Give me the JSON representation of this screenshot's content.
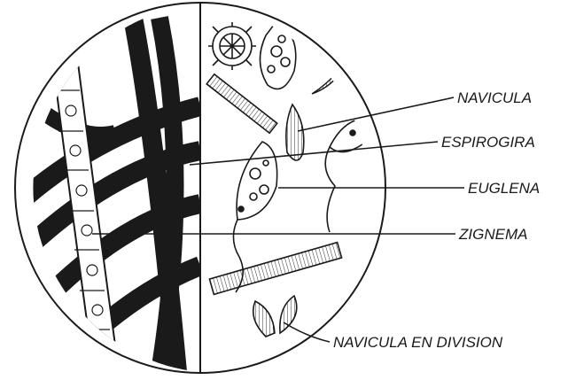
{
  "diagram": {
    "labels": {
      "navicula": "NAVICULA",
      "espirogira": "ESPIROGIRA",
      "euglena": "EUGLENA",
      "zignema": "ZIGNEMA",
      "navicula_division": "NAVICULA EN DIVISION"
    },
    "colors": {
      "ink": "#1a1a1a",
      "background": "#ffffff"
    }
  }
}
